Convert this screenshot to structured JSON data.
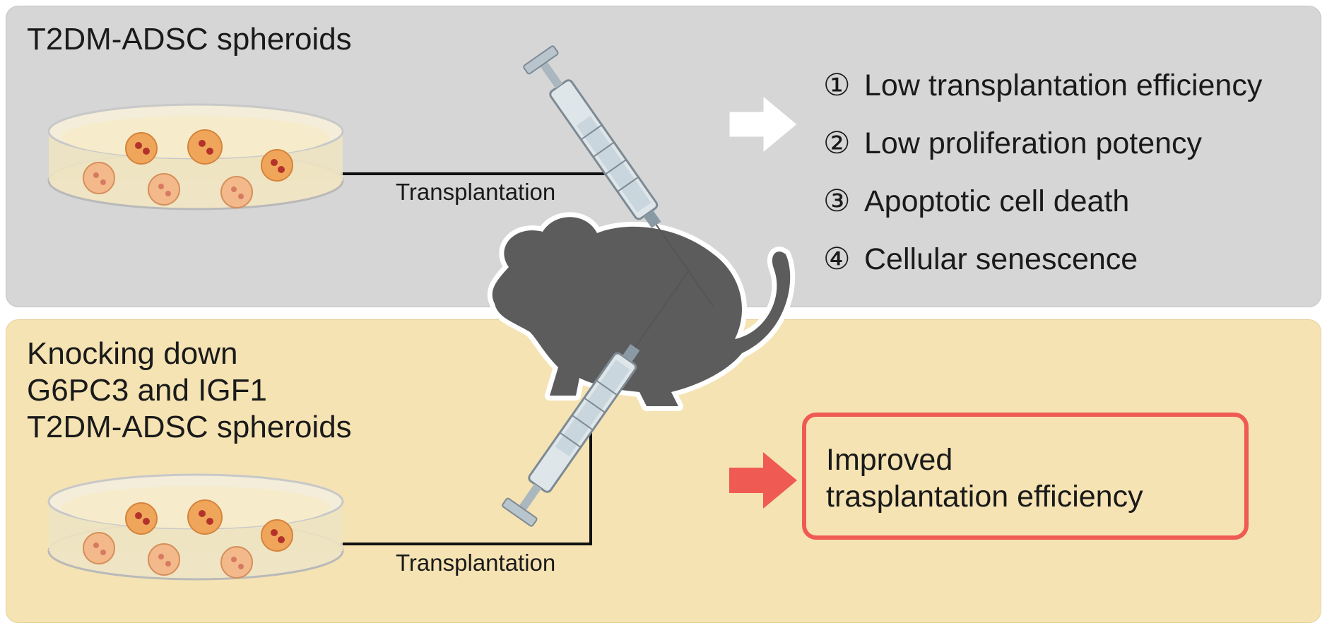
{
  "top_panel": {
    "title": "T2DM-ADSC spheroids",
    "transplant_label": "Transplantation",
    "outcomes": [
      {
        "num": "①",
        "text": "Low transplantation efficiency"
      },
      {
        "num": "②",
        "text": "Low proliferation potency"
      },
      {
        "num": "③",
        "text": "Apoptotic cell death"
      },
      {
        "num": "④",
        "text": "Cellular senescence"
      }
    ]
  },
  "bottom_panel": {
    "title": "Knocking down\nG6PC3 and IGF1\nT2DM-ADSC spheroids",
    "transplant_label": "Transplantation",
    "result": "Improved\ntrasplantation efficiency"
  },
  "colors": {
    "top_bg": "#d6d6d6",
    "bottom_bg": "#f5e3b3",
    "result_accent": "#ef5a52",
    "mouse": "#5c5c5c",
    "spheroid": "#f0a65a"
  }
}
